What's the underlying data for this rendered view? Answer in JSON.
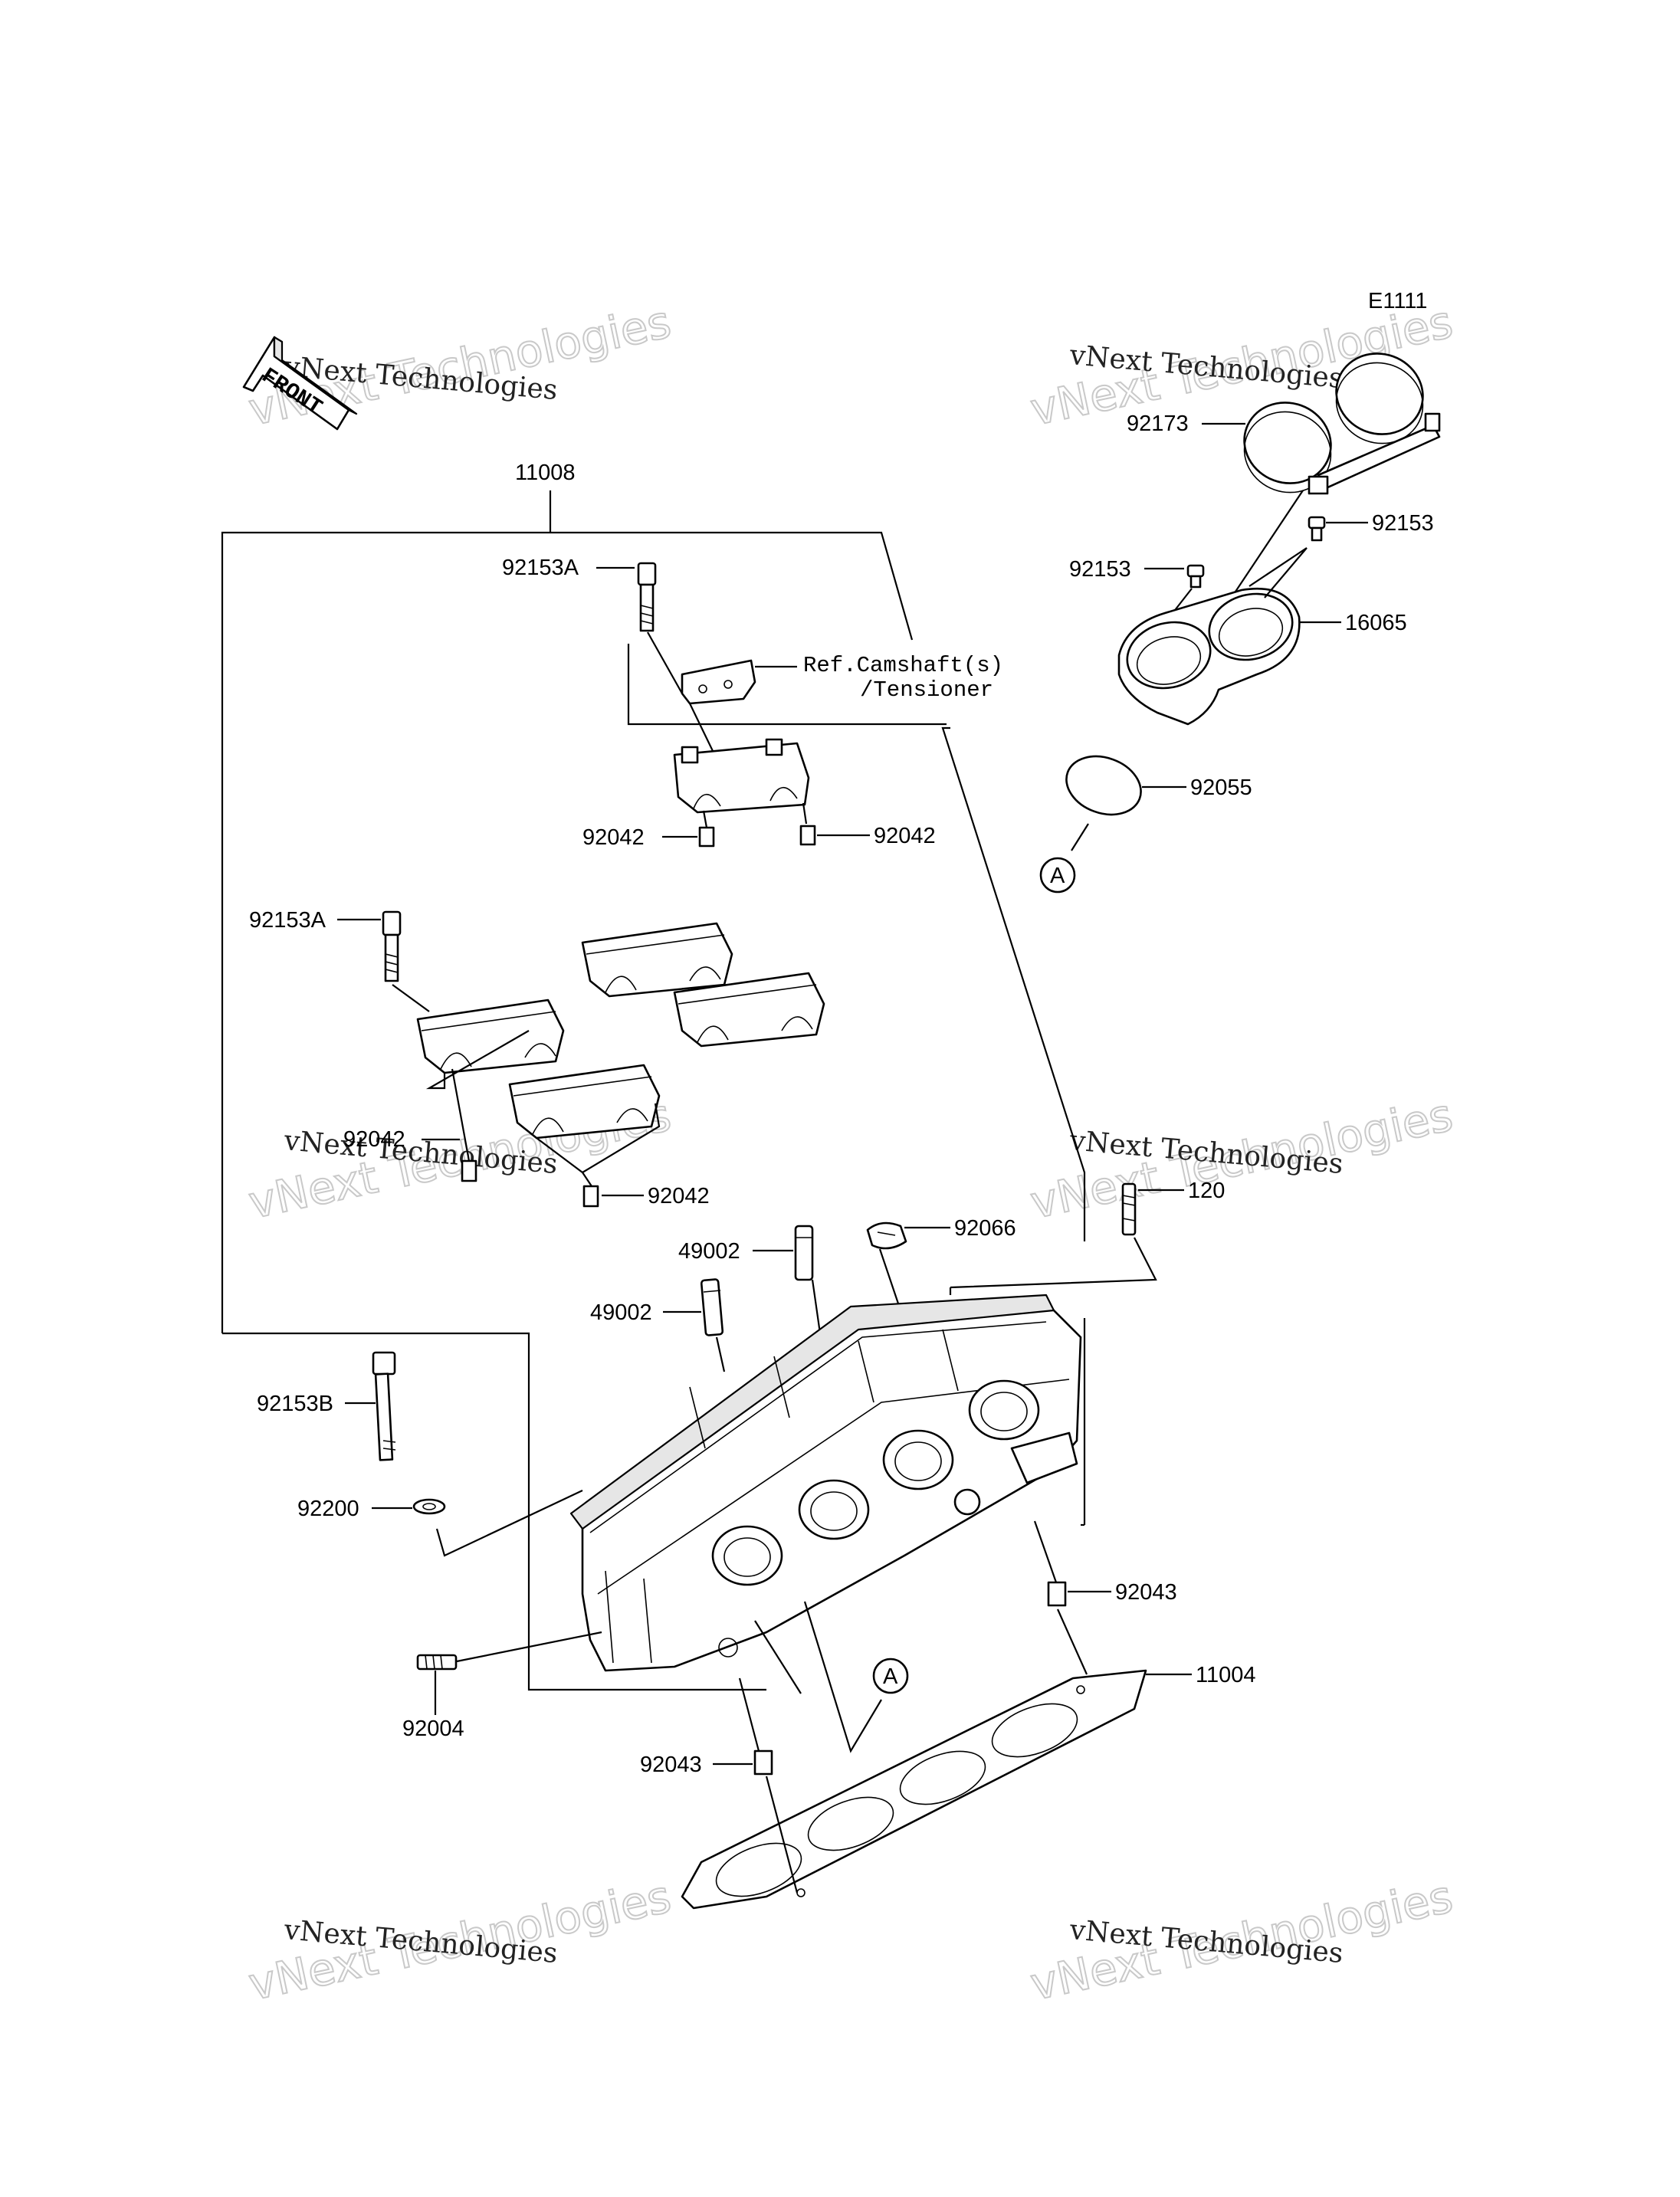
{
  "diagram_code": "E1111",
  "front_label": "FRONT",
  "ref_note": [
    "Ref.Camshaft(s)",
    "/Tensioner"
  ],
  "circle_ref": "A",
  "watermark": {
    "line1": "vNext Technologies",
    "line2": "vNext Technologies"
  },
  "parts": {
    "p11008": "11008",
    "p92153A_top": "92153A",
    "p92153A_left": "92153A",
    "p92042_a": "92042",
    "p92042_b": "92042",
    "p92042_c": "92042",
    "p92042_d": "92042",
    "p92173": "92173",
    "p92153_right": "92153",
    "p92153_left": "92153",
    "p16065": "16065",
    "p92055": "92055",
    "p120": "120",
    "p92066": "92066",
    "p49002_a": "49002",
    "p49002_b": "49002",
    "p92153B": "92153B",
    "p92200": "92200",
    "p92004": "92004",
    "p92043_right": "92043",
    "p92043_bottom": "92043",
    "p11004": "11004"
  }
}
